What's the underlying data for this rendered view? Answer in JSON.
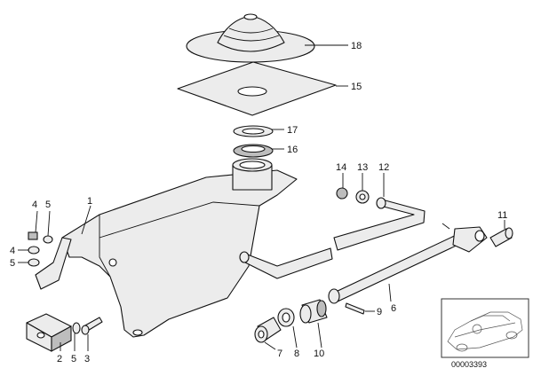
{
  "callouts": {
    "c18": "18",
    "c15": "15",
    "c17": "17",
    "c16": "16",
    "c14": "14",
    "c13": "13",
    "c12": "12",
    "c1": "1",
    "c4a": "4",
    "c5a": "5",
    "c4b": "4",
    "c5b": "5",
    "c11": "11",
    "c9": "9",
    "c6": "6",
    "c2": "2",
    "c5c": "5",
    "c3": "3",
    "c7": "7",
    "c8": "8",
    "c10": "10"
  },
  "document_number": "00003393"
}
